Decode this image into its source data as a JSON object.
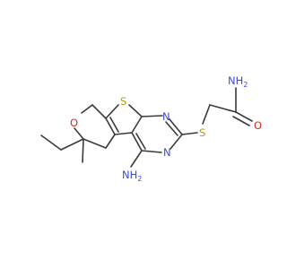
{
  "molecule": {
    "atom_labels": {
      "nh2_top": "NH",
      "nh2_top_sub": "2",
      "o_carbonyl": "O",
      "s_thiophene": "S",
      "n_pyr_top": "N",
      "n_pyr_bottom": "N",
      "s_thioether": "S",
      "o_pyran": "O",
      "nh2_bottom": "NH",
      "nh2_bottom_sub": "2"
    },
    "colors": {
      "bond": "#3a3a3a",
      "nitrogen": "#3a4bd6",
      "sulfur": "#b5a000",
      "oxygen": "#e0271c"
    }
  }
}
